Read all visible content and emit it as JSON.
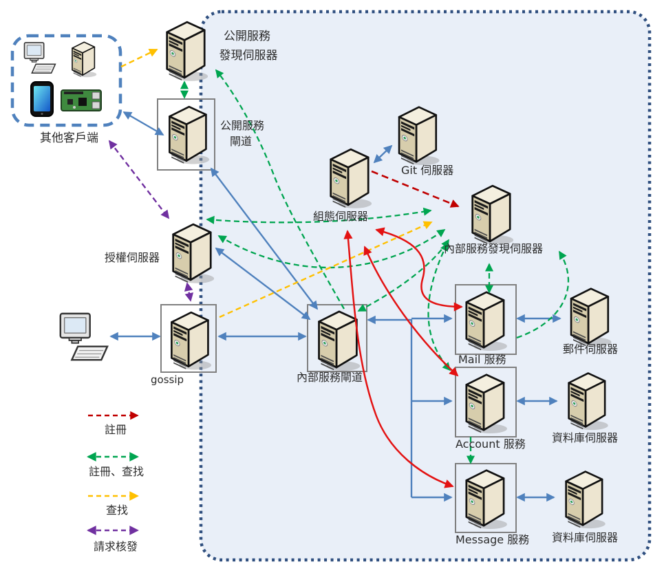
{
  "diagram": {
    "clients": {
      "label": "其他客戶端",
      "icons": [
        "desktop-computer-icon",
        "server-tower-icon",
        "smartphone-icon",
        "raspberry-pi-icon"
      ]
    },
    "nodes": {
      "public_discovery": {
        "label_line1": "公開服務",
        "label_line2": "發現伺服器"
      },
      "public_gateway": {
        "label_line1": "公開服務",
        "label_line2": "閘道"
      },
      "git_server": {
        "label": "Git 伺服器"
      },
      "config_server": {
        "label": "組態伺服器"
      },
      "internal_discovery": {
        "label": "內部服務發現伺服器"
      },
      "auth_server": {
        "label": "授權伺服器"
      },
      "gossip": {
        "label": "gossip"
      },
      "internal_gateway": {
        "label": "內部服務閘道"
      },
      "mail_service": {
        "label": "Mail 服務"
      },
      "mail_server": {
        "label": "郵件伺服器"
      },
      "account_service": {
        "label": "Account 服務"
      },
      "db_server_account": {
        "label": "資料庫伺服器"
      },
      "message_service": {
        "label": "Message 服務"
      },
      "db_server_message": {
        "label": "資料庫伺服器"
      }
    },
    "legend": [
      {
        "label": "註冊",
        "color": "#C00000",
        "line_style": "dashed",
        "double_headed": false
      },
      {
        "label": "註冊、查找",
        "color": "#00A550",
        "line_style": "dashed",
        "double_headed": true
      },
      {
        "label": "查找",
        "color": "#FFC000",
        "line_style": "dashed",
        "double_headed": false
      },
      {
        "label": "請求核發",
        "color": "#7030A0",
        "line_style": "dashed",
        "double_headed": true
      }
    ],
    "colors": {
      "solid_link": "#4F81BD",
      "register": "#C00000",
      "register_lookup": "#00A550",
      "lookup": "#FFC000",
      "request_issue": "#7030A0",
      "boundary_border": "#2F4F7F",
      "boundary_fill": "#E9EFF8",
      "node_box_border": "#7F7F7F"
    }
  }
}
